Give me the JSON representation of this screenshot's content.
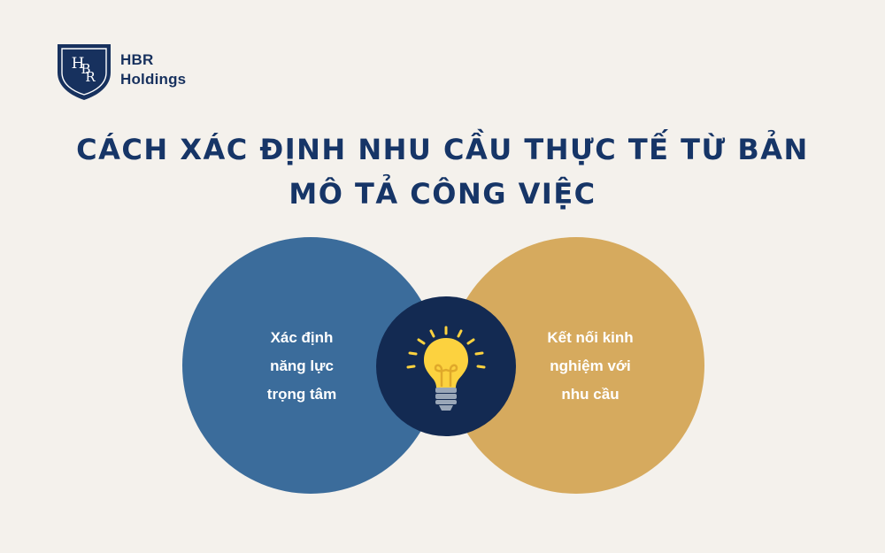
{
  "logo": {
    "monogram": "HBR",
    "line1": "HBR",
    "line2": "Holdings"
  },
  "title": "CÁCH XÁC ĐỊNH NHU CẦU THỰC TẾ TỪ BẢN MÔ TẢ CÔNG VIỆC",
  "diagram": {
    "left": {
      "lines": [
        "Xác định",
        "năng lực",
        "trọng tâm"
      ],
      "color": "#3b6c9b"
    },
    "center": {
      "icon": "lightbulb-icon",
      "color": "#132a52"
    },
    "right": {
      "lines": [
        "Kết nối kinh",
        "nghiệm với",
        "nhu cầu"
      ],
      "color": "#d6aa5e"
    }
  },
  "colors": {
    "background": "#f4f1ec",
    "title": "#163567",
    "bulb": "#fcd23f"
  }
}
